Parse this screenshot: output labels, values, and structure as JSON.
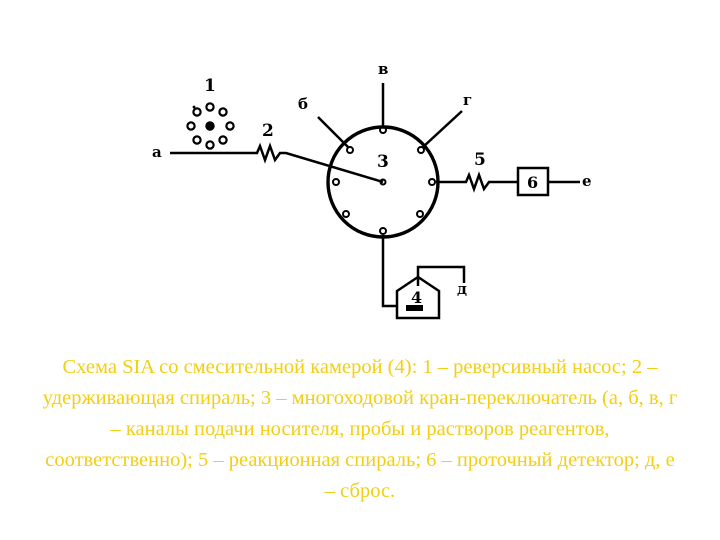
{
  "diagram": {
    "labels": {
      "pump_num": "1",
      "coil_num": "2",
      "valve_num": "3",
      "chamber_num": "4",
      "reaction_coil_num": "5",
      "detector_box": "6",
      "inlet_a": "а",
      "channel_b": "б",
      "channel_v": "в",
      "channel_g": "г",
      "waste_d": "д",
      "waste_e": "е"
    }
  },
  "caption": {
    "text": "Схема SIA со смесительной камерой (4): 1 – реверсивный насос; 2 – удерживающая спираль; 3 – многоходовой кран-переключатель (а, б, в, г – каналы подачи носителя, пробы и растворов реагентов, соответственно); 5 – реакционная спираль; 6 – проточный детектор; д, е – сброс."
  },
  "colors": {
    "line": "#000000",
    "caption": "#f3ce11",
    "background": "#ffffff"
  }
}
